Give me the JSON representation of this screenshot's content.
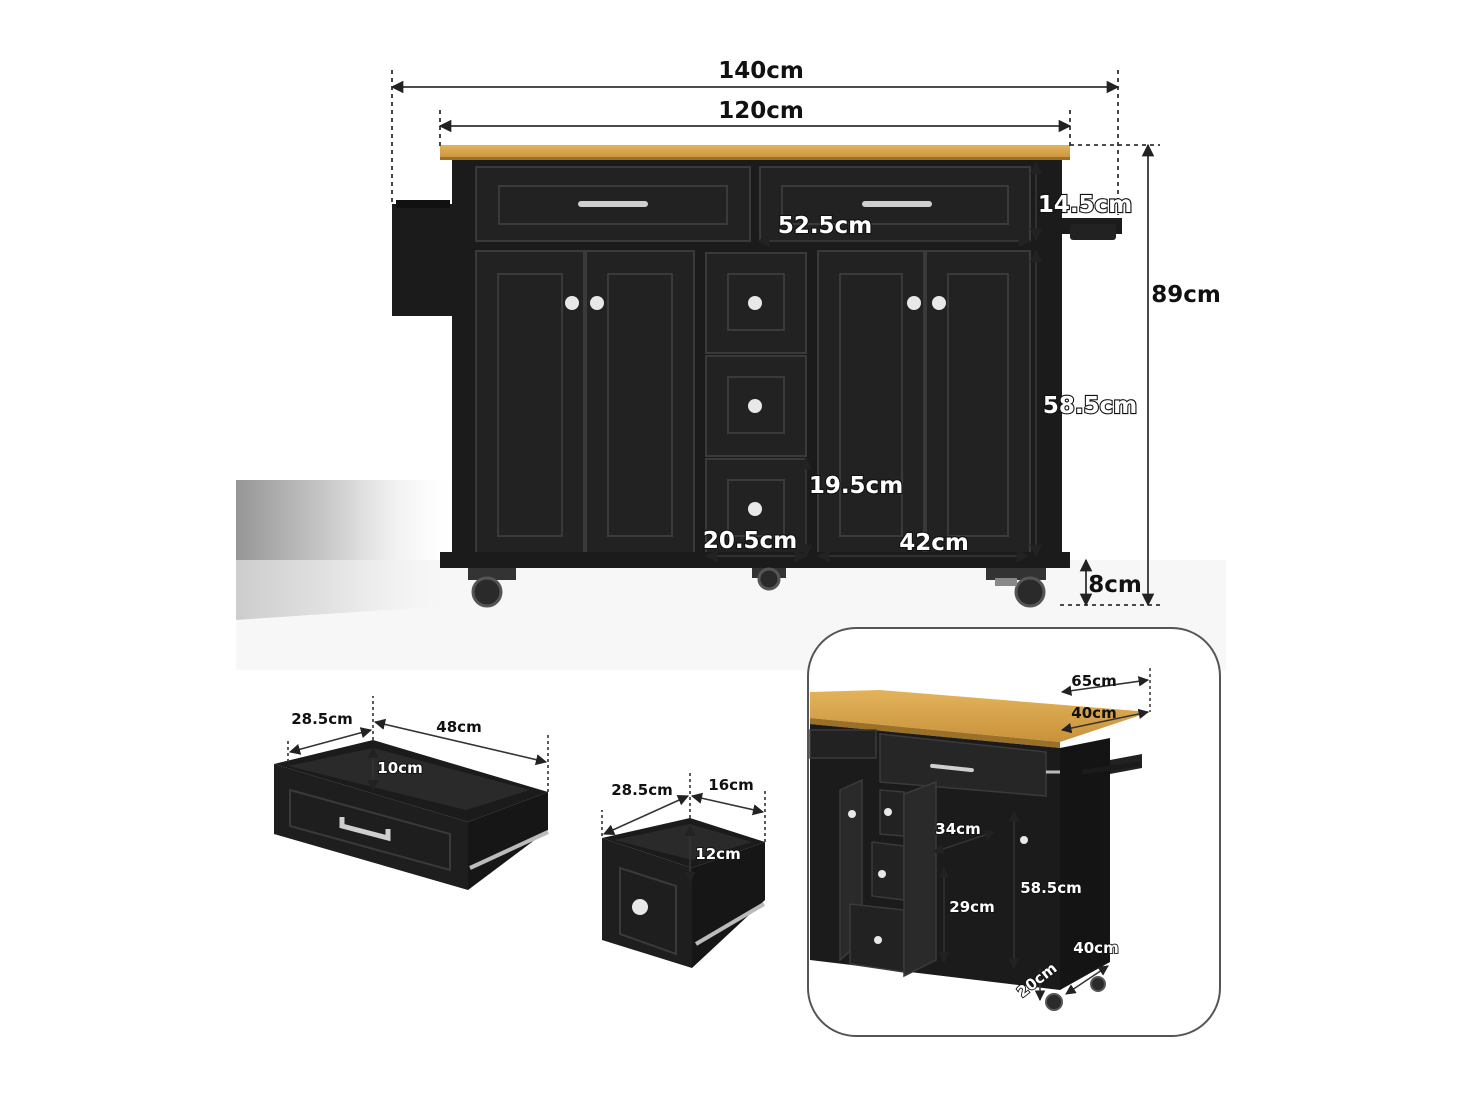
{
  "main_view": {
    "total_width": "140cm",
    "top_width": "120cm",
    "total_height": "89cm",
    "top_drawer_height": "14.5cm",
    "top_drawer_width": "52.5cm",
    "cabinet_height": "58.5cm",
    "small_drawer_height": "19.5cm",
    "small_drawer_width": "20.5cm",
    "door_width": "42cm",
    "caster_height": "8cm"
  },
  "large_drawer": {
    "depth": "28.5cm",
    "width": "48cm",
    "height": "10cm"
  },
  "small_drawer": {
    "depth": "28.5cm",
    "width": "16cm",
    "height": "12cm"
  },
  "side_view": {
    "depth_total": "65cm",
    "depth_top": "40cm",
    "shelf_depth": "34cm",
    "shelf_height": "29cm",
    "cabinet_height": "58.5cm",
    "base_depth": "40cm",
    "caster_height": "20cm"
  },
  "colors": {
    "cabinet": "#1b1b1b",
    "panel": "#222222",
    "panel_edge": "#333333",
    "wood_top": "#d9a64e",
    "wood_edge": "#b8862f",
    "arrow": "#222222",
    "knob": "#e8e8e8",
    "frame": "#555555"
  }
}
